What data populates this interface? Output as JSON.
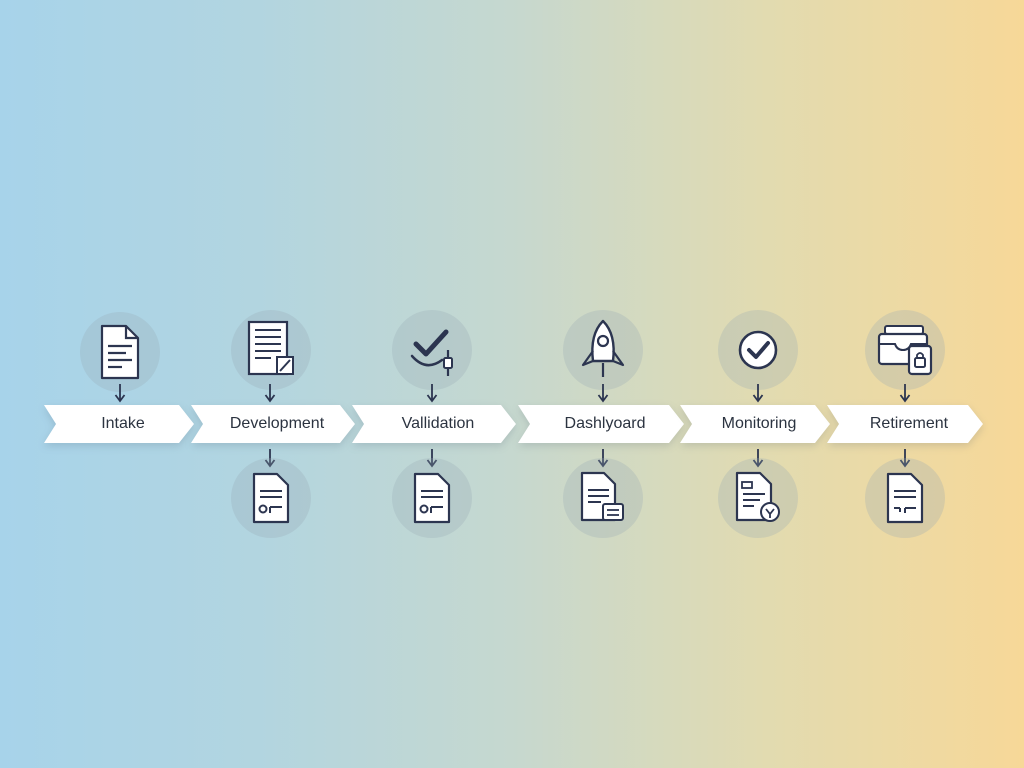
{
  "stages": [
    {
      "label": "Intake",
      "top_icon": "document-list-icon",
      "bottom_icon": null
    },
    {
      "label": "Development",
      "top_icon": "document-edit-icon",
      "bottom_icon": "document-form-icon"
    },
    {
      "label": "Vallidation",
      "top_icon": "checkmark-gauge-icon",
      "bottom_icon": "document-form-icon"
    },
    {
      "label": "Dashlyoard",
      "top_icon": "rocket-icon",
      "bottom_icon": "document-report-icon"
    },
    {
      "label": "Monitoring",
      "top_icon": "check-circle-icon",
      "bottom_icon": "document-review-icon"
    },
    {
      "label": "Retirement",
      "top_icon": "archive-lock-icon",
      "bottom_icon": "document-form-icon"
    }
  ],
  "colors": {
    "icon_stroke": "#2c3550",
    "chevron_fill": "#ffffff",
    "label_text": "#2b3340"
  }
}
